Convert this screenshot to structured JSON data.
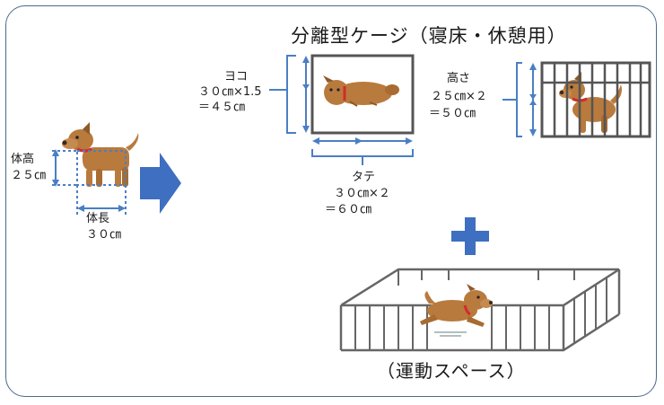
{
  "title": "分離型ケージ（寝床・休憩用）",
  "dog_height": {
    "label": "体高",
    "value": "２５㎝"
  },
  "dog_length": {
    "label": "体長",
    "value": "３０㎝"
  },
  "bed": {
    "side_label": "ヨコ",
    "side_formula": "３０㎝×1.5",
    "side_result": "＝４５㎝",
    "front_label": "タテ",
    "front_formula": "３０㎝×２",
    "front_result": "＝６０㎝"
  },
  "cage_height": {
    "label": "高さ",
    "formula": "２５㎝×２",
    "result": "＝５０㎝"
  },
  "exercise_space_label": "（運動スペース）",
  "colors": {
    "border": "#4a6a8c",
    "dimension": "#4a7fc4",
    "arrow": "#3e6fc0",
    "plus": "#3e6fc0",
    "dog_body": "#b97a3d",
    "collar": "#d22b2b",
    "cage_bars": "#555555"
  },
  "icons": [
    "dog-illustration",
    "right-arrow-icon",
    "plus-icon",
    "sleeping-dog",
    "caged-dog",
    "running-dog"
  ]
}
